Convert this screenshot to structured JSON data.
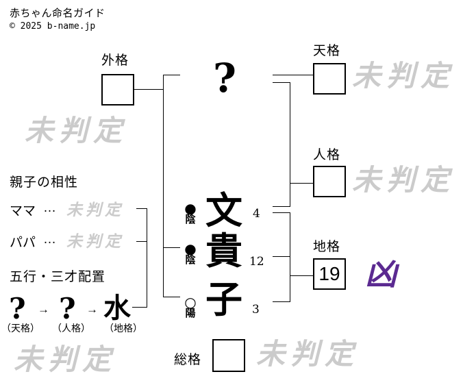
{
  "page": {
    "title": "赤ちゃん命名ガイド",
    "copyright": "© 2025 b-name.jp"
  },
  "surname": {
    "placeholder_char": "?"
  },
  "name_chars": [
    {
      "char": "文",
      "strokes": "4",
      "yinyang_mark": "●",
      "yinyang_label": "陰"
    },
    {
      "char": "貴",
      "strokes": "12",
      "yinyang_mark": "●",
      "yinyang_label": "陰"
    },
    {
      "char": "子",
      "strokes": "3",
      "yinyang_mark": "○",
      "yinyang_label": "陽"
    }
  ],
  "kaku": {
    "gaikaku": {
      "label": "外格",
      "value": "",
      "status": "未判定"
    },
    "tenkaku": {
      "label": "天格",
      "value": "",
      "status": "未判定"
    },
    "jinkaku": {
      "label": "人格",
      "value": "",
      "status": "未判定"
    },
    "chikaku": {
      "label": "地格",
      "value": "19",
      "status": "凶"
    },
    "soukaku": {
      "label": "総格",
      "value": "",
      "status": "未判定"
    }
  },
  "compatibility": {
    "title": "親子の相性",
    "rows": [
      {
        "label": "ママ",
        "separator": "…",
        "value": "未判定"
      },
      {
        "label": "パパ",
        "separator": "…",
        "value": "未判定"
      }
    ]
  },
  "gogyou": {
    "title": "五行・三才配置",
    "arrow": "→",
    "items": [
      {
        "value": "?",
        "caption": "（天格）"
      },
      {
        "value": "?",
        "caption": "（人格）"
      },
      {
        "value": "水",
        "caption": "（地格）"
      }
    ],
    "status": "未判定"
  },
  "colors": {
    "kyou_purple": "#5b2a91",
    "watermark_gray": "#cbcbcb"
  }
}
